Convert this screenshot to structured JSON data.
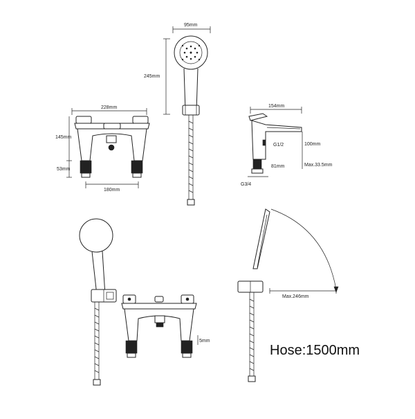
{
  "colors": {
    "line": "#222222",
    "background": "#ffffff"
  },
  "dimensions": {
    "handset_width": "95mm",
    "handset_height": "245mm",
    "mixer_width": "228mm",
    "mixer_height": "145mm",
    "mixer_leg": "53mm",
    "mixer_centres": "180mm",
    "spout_length": "154mm",
    "spout_thread": "G1/2",
    "spout_height": "100mm",
    "spout_depth": "81mm",
    "spout_max": "Max.33.5mm",
    "base_thread": "G3/4",
    "leg_small": "5mm",
    "swing_max": "Max.246mm"
  },
  "hose_label": "Hose:1500mm"
}
